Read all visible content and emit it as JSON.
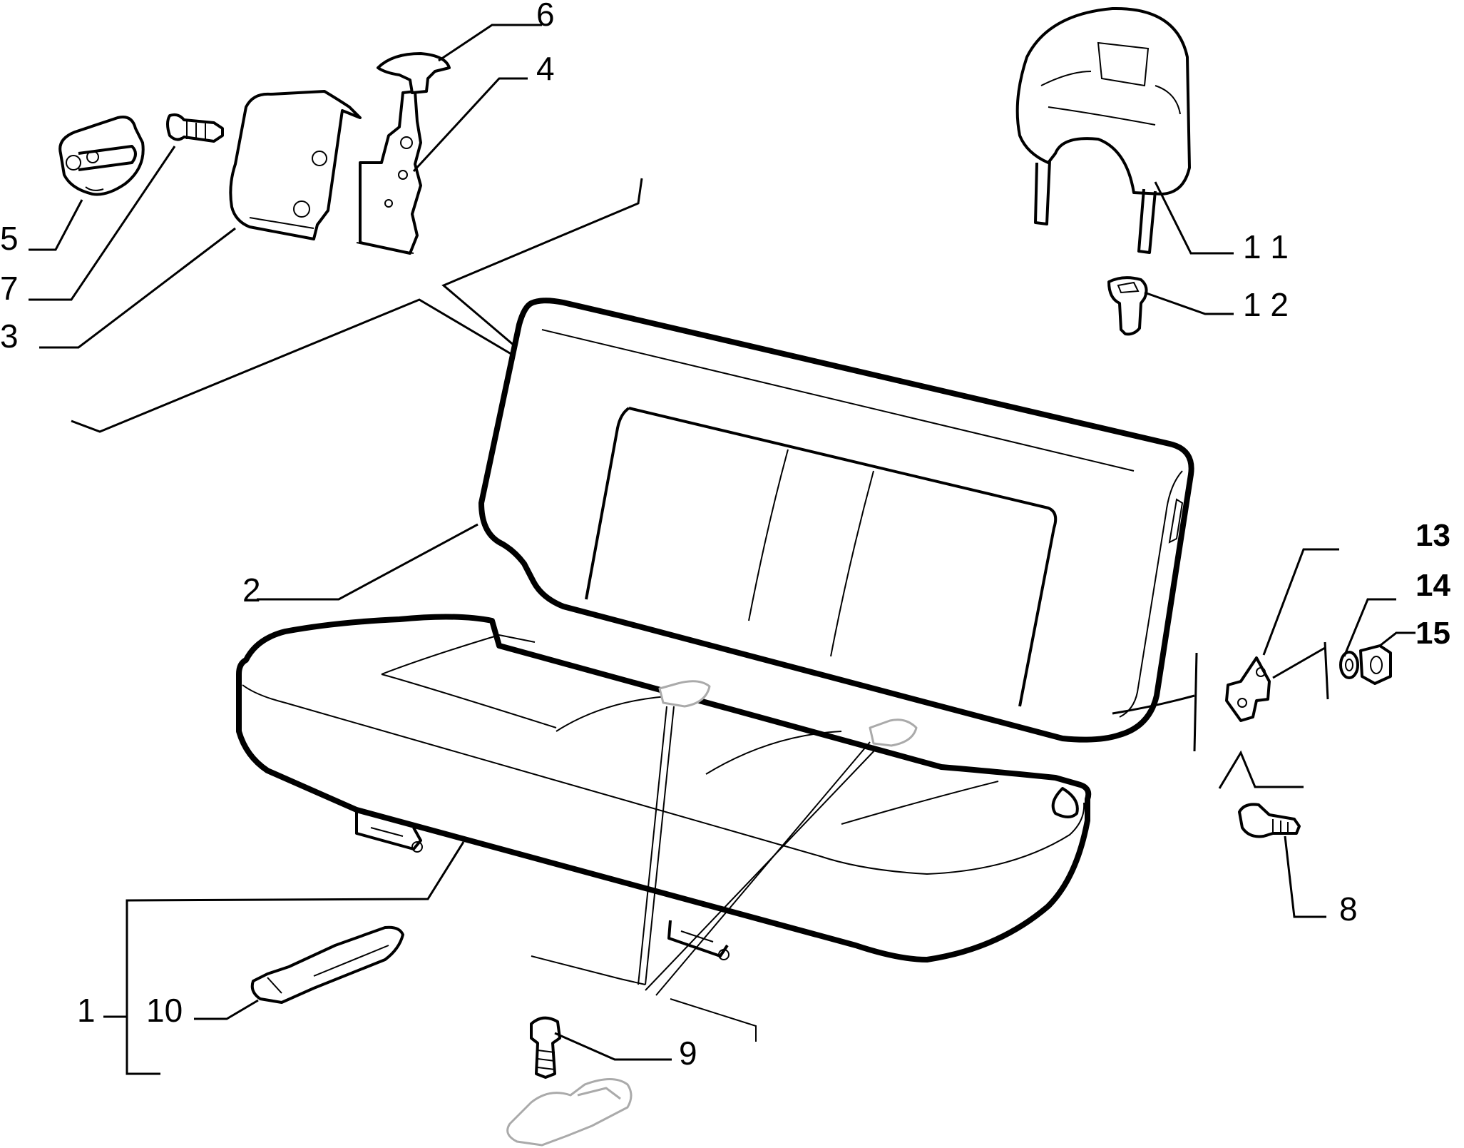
{
  "labels": {
    "p1": "1",
    "p2": "2",
    "p3": "3",
    "p4": "4",
    "p5": "5",
    "p6": "6",
    "p7": "7",
    "p8": "8",
    "p9": "9",
    "p10": "10",
    "p11": "1 1",
    "p12": "1 2",
    "p13": "13",
    "p14": "14",
    "p15": "15"
  },
  "colors": {
    "line": "#000000",
    "background": "#ffffff",
    "ghost_part": "#aaaaaa"
  }
}
